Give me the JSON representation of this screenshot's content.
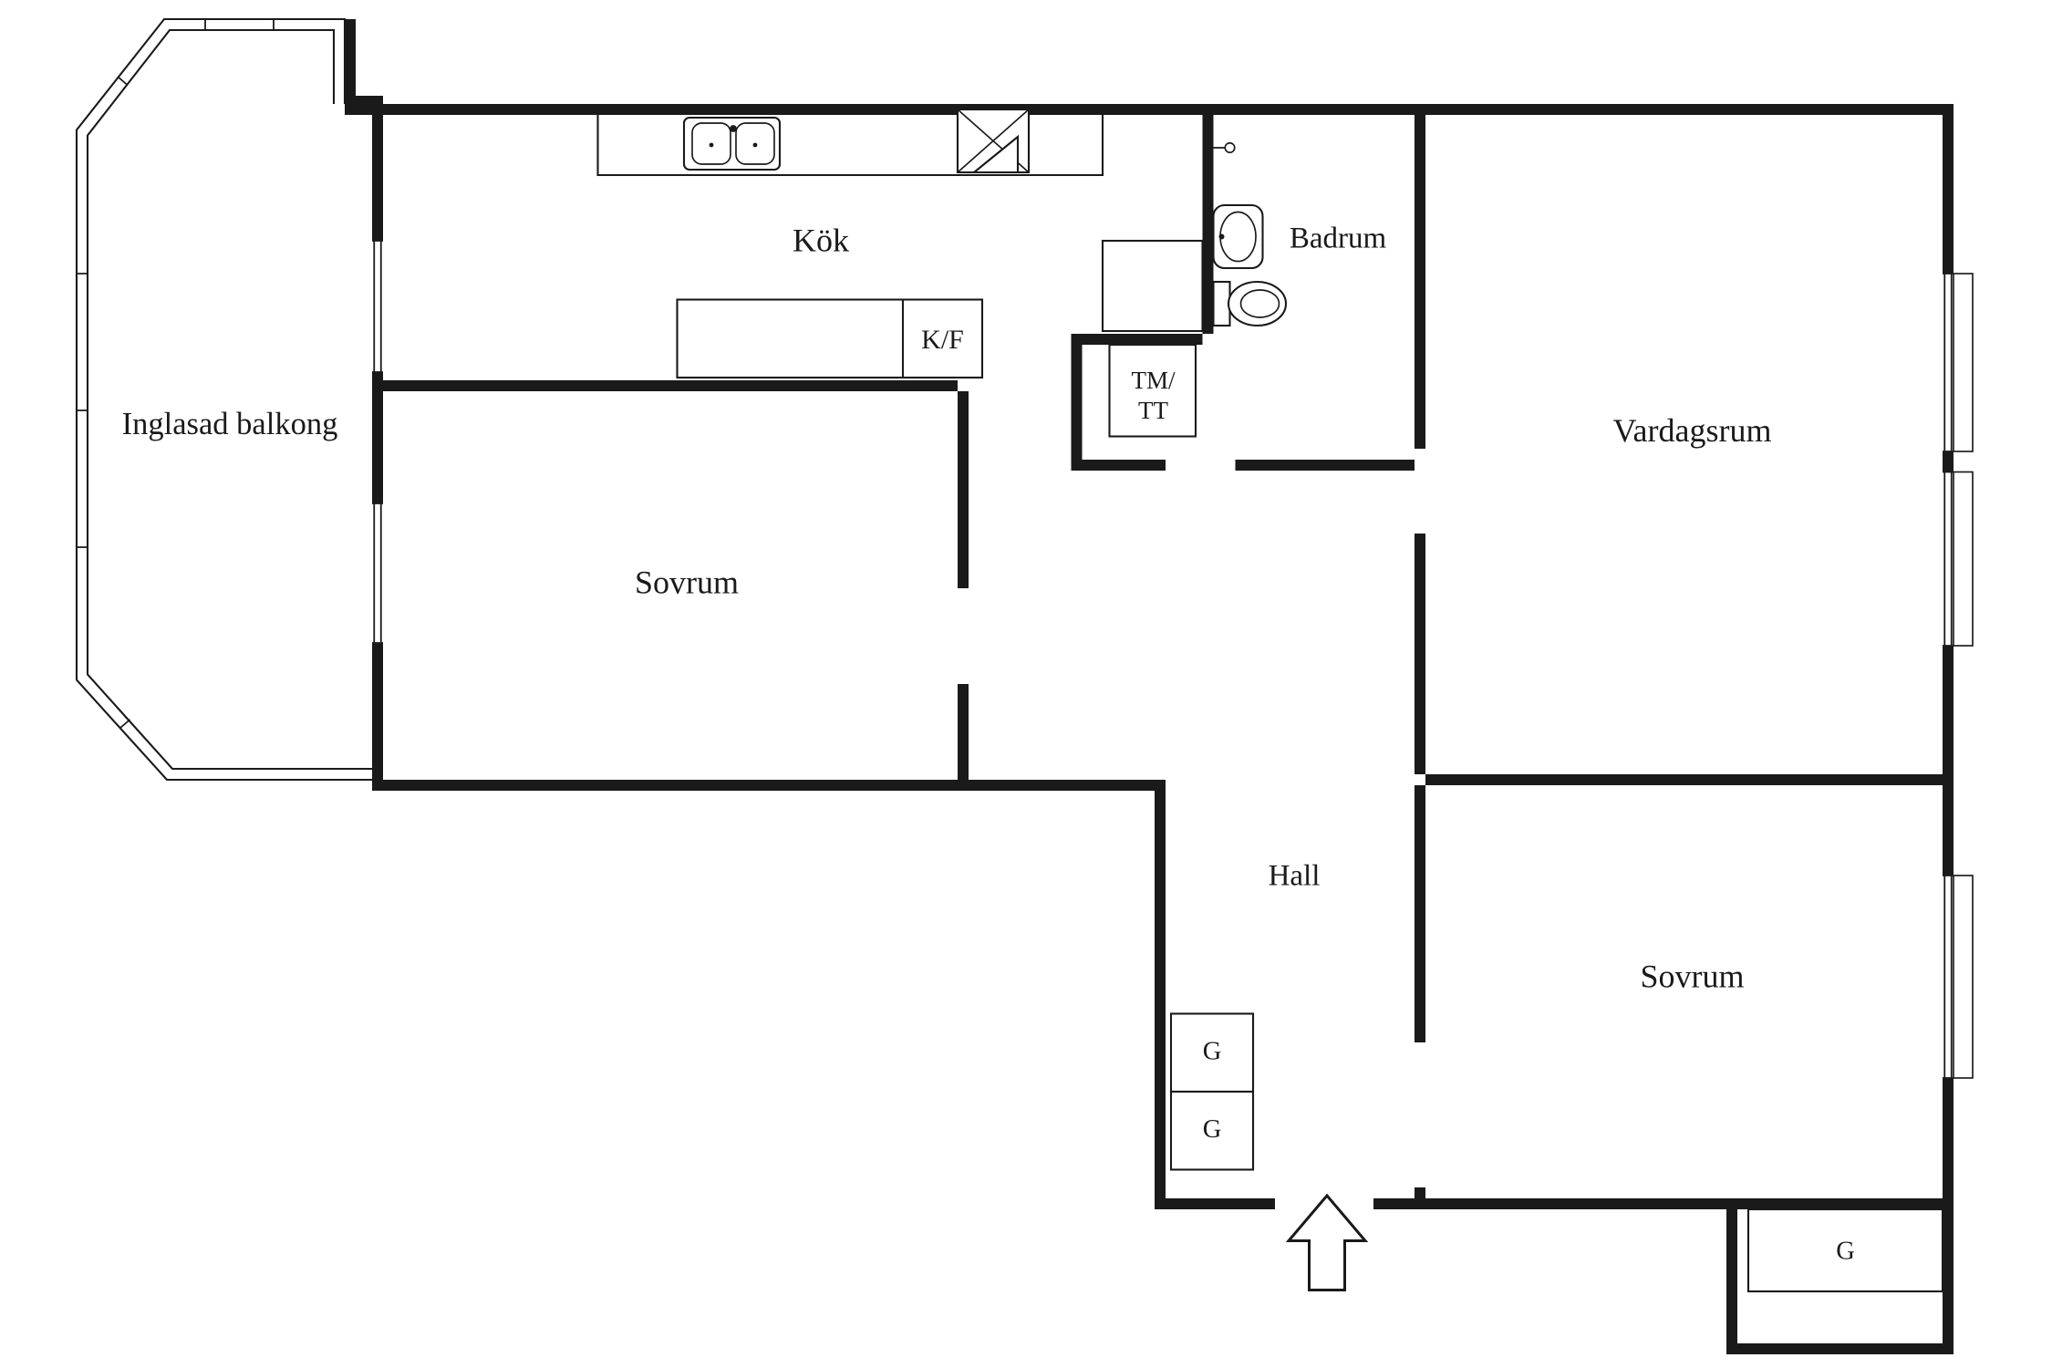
{
  "page": {
    "type": "apartment-floor-plan",
    "background_color": "#ffffff",
    "ink_color": "#1a1a1a"
  },
  "rooms": {
    "balcony": {
      "label": "Inglasad balkong"
    },
    "kitchen": {
      "label": "Kök"
    },
    "fridge_freezer": {
      "label": "K/F"
    },
    "bathroom": {
      "label": "Badrum"
    },
    "washer_dryer": {
      "label_line1": "TM/",
      "label_line2": "TT"
    },
    "living_room": {
      "label": "Vardagsrum"
    },
    "bedroom_1": {
      "label": "Sovrum"
    },
    "hall": {
      "label": "Hall"
    },
    "bedroom_2": {
      "label": "Sovrum"
    },
    "wardrobe_1": {
      "label": "G"
    },
    "wardrobe_2": {
      "label": "G"
    },
    "wardrobe_3": {
      "label": "G"
    }
  },
  "icons": {
    "kitchen_sink": "double-sink-icon",
    "stove_hood": "stove-hood-icon",
    "bathroom_sink": "washbasin-icon",
    "toilet": "toilet-icon",
    "entrance": "entrance-arrow-icon"
  }
}
